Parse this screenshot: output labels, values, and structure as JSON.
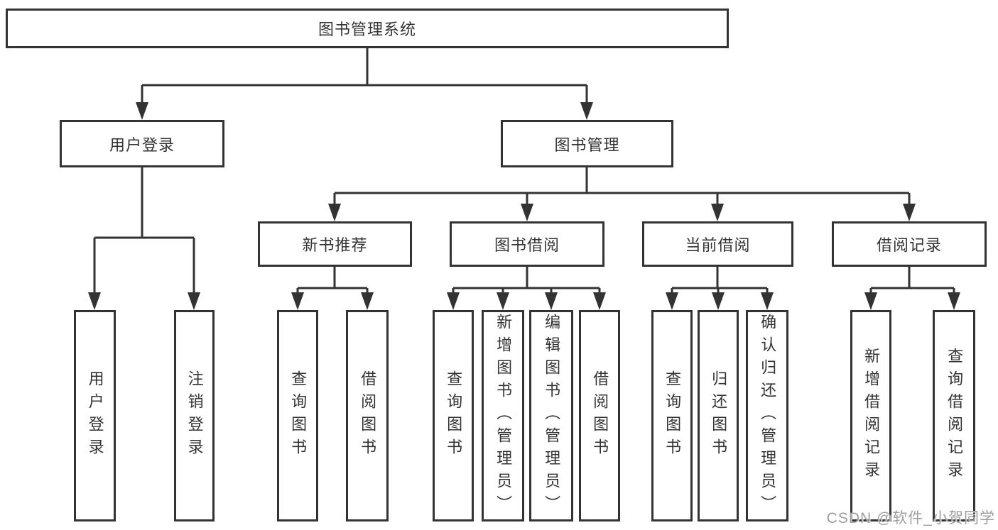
{
  "nodes": {
    "root": "图书管理系统",
    "level2": {
      "user_login": "用户登录",
      "book_management": "图书管理"
    },
    "level3": {
      "new_book_recommend": "新书推荐",
      "book_borrow": "图书借阅",
      "current_borrow": "当前借阅",
      "borrow_records": "借阅记录"
    },
    "leaves": {
      "user_login": [
        "用户登录",
        "注销登录"
      ],
      "new_book_recommend": [
        "查询图书",
        "借阅图书"
      ],
      "book_borrow": [
        "查询图书",
        "新增图书（管理员）",
        "编辑图书（管理员）",
        "借阅图书"
      ],
      "current_borrow": [
        "查询图书",
        "归还图书",
        "确认归还（管理员）"
      ],
      "borrow_records": [
        "新增借阅记录",
        "查询借阅记录"
      ]
    }
  },
  "watermark": "CSDN @软件_小贺同学",
  "colors": {
    "line": "#333333",
    "box_background": "#ffffff",
    "text": "#333333",
    "watermark_text": "#9e9e9e"
  }
}
